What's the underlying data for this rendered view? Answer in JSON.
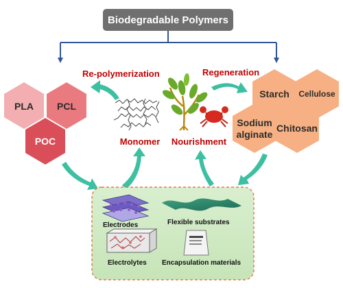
{
  "title": "Biodegradable Polymers",
  "cycle_labels": {
    "repolymerization": "Re-polymerization",
    "regeneration": "Regeneration",
    "monomer": "Monomer",
    "nourishment": "Nourishment"
  },
  "synthetic_polymers": [
    "PLA",
    "PCL",
    "POC"
  ],
  "natural_polymers": [
    "Starch",
    "Cellulose",
    "Sodium",
    "alginate",
    "Chitosan"
  ],
  "applications": [
    "Electrodes",
    "Flexible substrates",
    "Electrolytes",
    "Encapsulation materials"
  ],
  "colors": {
    "title_box": "#6f6f6f",
    "connector": "#2f5597",
    "cycle_arrow": "#3dbfa2",
    "label_red": "#c00000",
    "hex_pink": "#f2aeb0",
    "hex_coral": "#e97b80",
    "hex_crimson": "#d94e59",
    "hex_orange": "#f6b083",
    "panel_fill": "#d3ecc8",
    "panel_border": "#e07a4a"
  }
}
